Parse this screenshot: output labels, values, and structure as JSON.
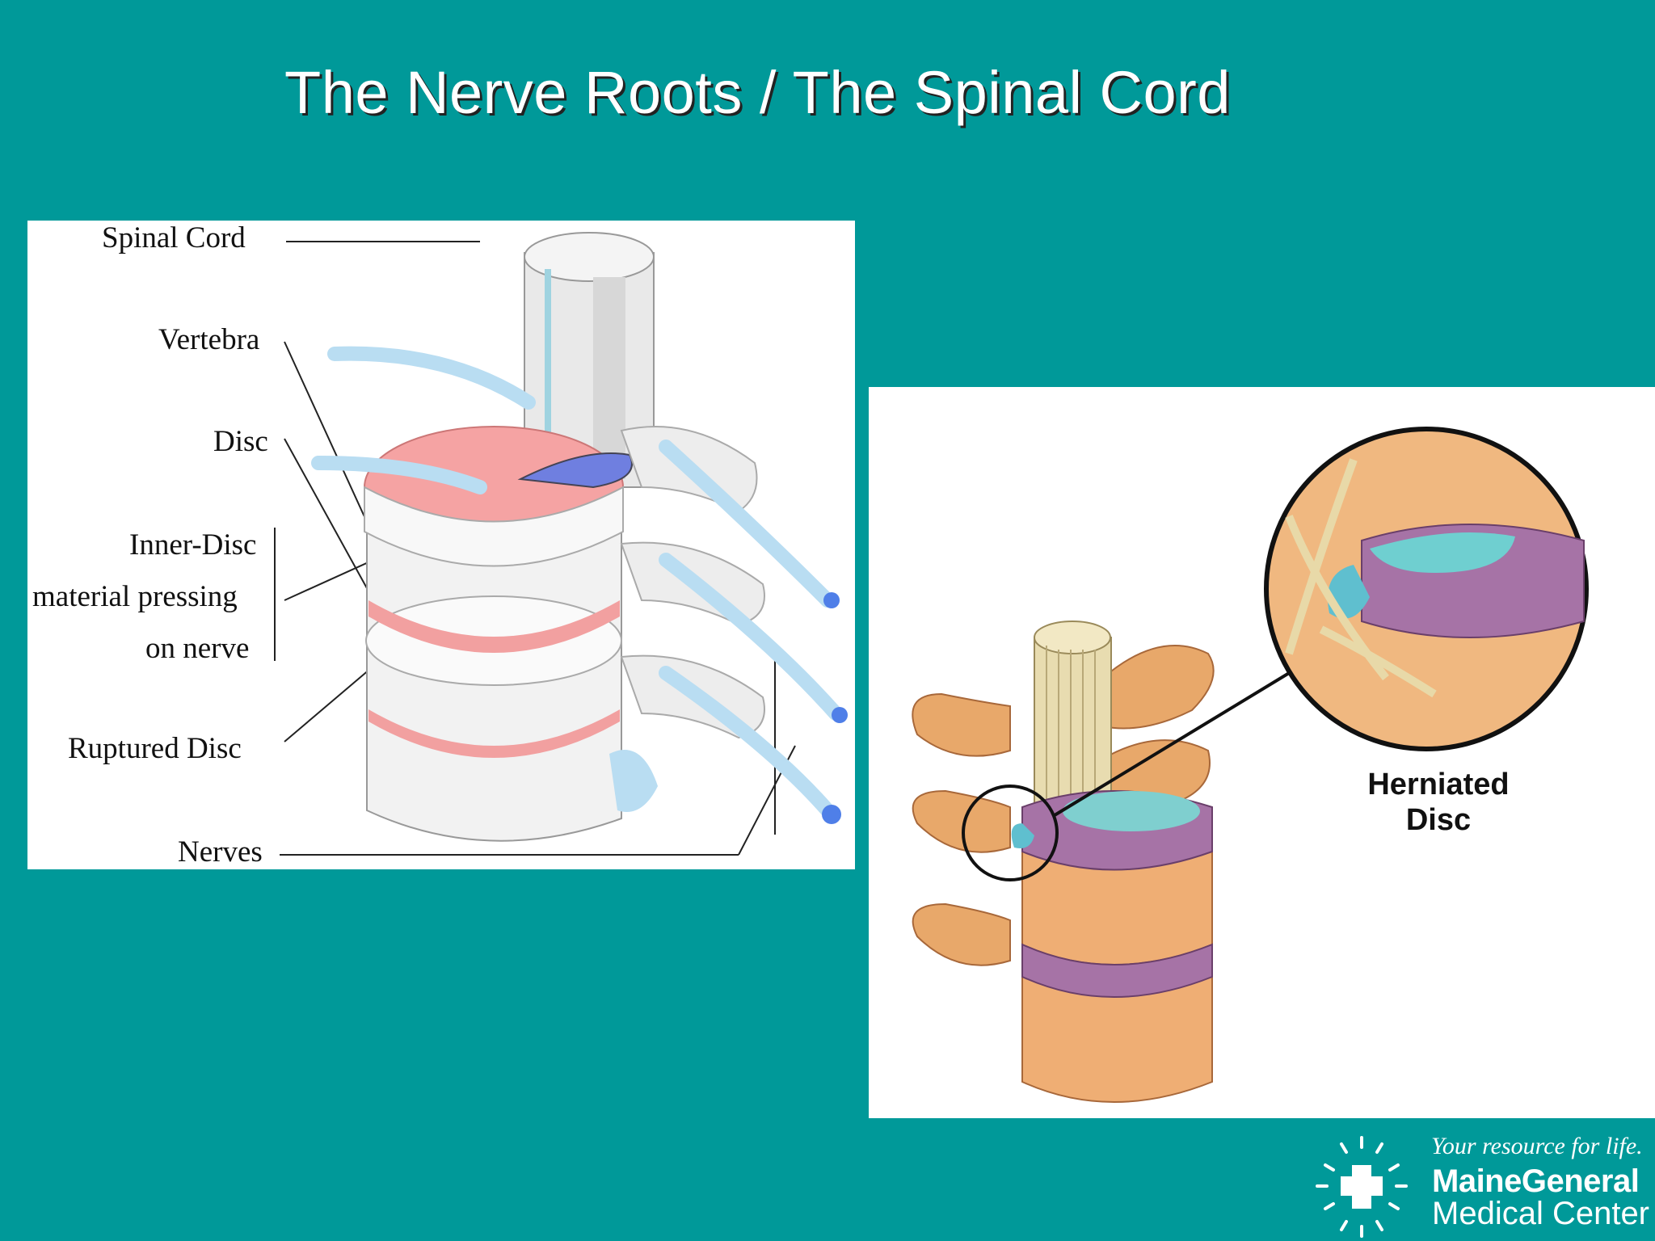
{
  "slide": {
    "title": "The Nerve Roots / The Spinal Cord",
    "background_color": "#009999"
  },
  "left_diagram": {
    "labels": {
      "spinal_cord": "Spinal  Cord",
      "vertebra": "Vertebra",
      "disc": "Disc",
      "inner_disc_line1": "Inner-Disc",
      "inner_disc_line2": "material  pressing",
      "inner_disc_line3": "on  nerve",
      "ruptured_disc": "Ruptured  Disc",
      "nerves": "Nerves"
    }
  },
  "right_diagram": {
    "label_line1": "Herniated",
    "label_line2": "Disc"
  },
  "logo": {
    "tagline": "Your resource for life.",
    "brand_name": "MaineGeneral",
    "brand_sub": "Medical Center",
    "icon": "cross-sunburst-icon"
  }
}
